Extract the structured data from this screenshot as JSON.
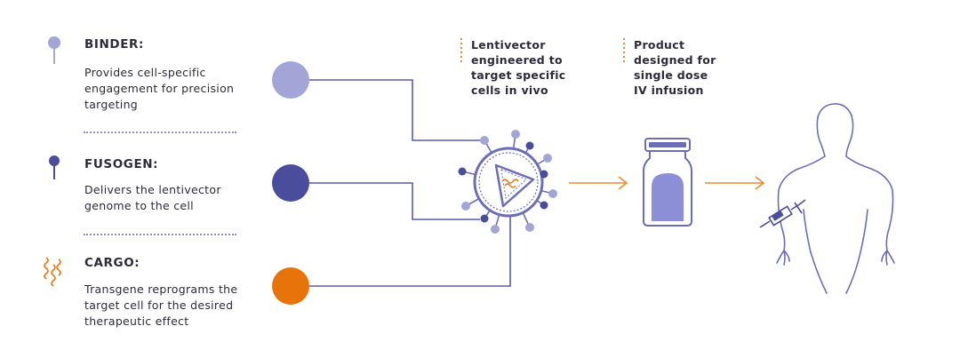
{
  "legend": [
    {
      "title": "BINDER:",
      "desc": "Provides cell-specific engagement for precision targeting"
    },
    {
      "title": "FUSOGEN:",
      "desc": "Delivers the lentivector genome to the cell"
    },
    {
      "title": "CARGO:",
      "desc": "Transgene reprograms the target cell for the desired therapeutic effect"
    }
  ],
  "notes": [
    {
      "text": "Lentivector engineered to target specific cells in vivo"
    },
    {
      "text": "Product designed for single dose IV infusion"
    }
  ],
  "colors": {
    "binder": "#a3a5d6",
    "fusogen": "#4a4c9c",
    "cargo": "#e8730b",
    "line": "#5a5ca8",
    "outline": "#6b6db5",
    "arrow": "#ee8a2e"
  }
}
